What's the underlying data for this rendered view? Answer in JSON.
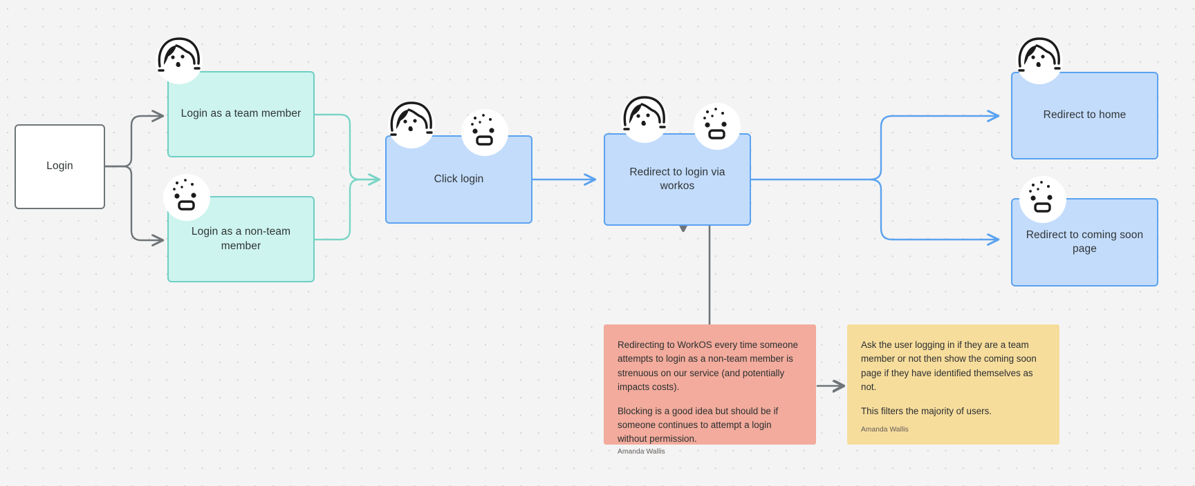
{
  "board": {
    "background_color": "#f4f4f4",
    "dot_color": "#d2d2d2"
  },
  "colors": {
    "teal_fill": "#cdf4ee",
    "teal_stroke": "#6ecfc4",
    "blue_fill": "#c3dcfb",
    "blue_stroke": "#5aa2f0",
    "gray_stroke": "#6e7477",
    "note_red": "#f2ab9c",
    "note_yellow": "#f7dd9c",
    "white_fill": "#ffffff"
  },
  "nodes": {
    "login": {
      "label": "Login",
      "type": "start"
    },
    "login_team": {
      "label": "Login as a team member",
      "type": "teal"
    },
    "login_nonteam": {
      "label": "Login as a non-team member",
      "type": "teal"
    },
    "click_login": {
      "label": "Click login",
      "type": "blue"
    },
    "redirect_workos": {
      "label": "Redirect to login via workos",
      "type": "blue"
    },
    "redirect_home": {
      "label": "Redirect to home",
      "type": "blue"
    },
    "redirect_coming_soon": {
      "label": "Redirect to coming soon page",
      "type": "blue"
    }
  },
  "notes": {
    "concern": {
      "paragraphs": [
        "Redirecting to WorkOS every time someone attempts to login as a non-team member is strenuous on our service (and potentially impacts costs).",
        "Blocking is a good idea but should be if someone continues to attempt a login without permission."
      ],
      "author": "Amanda Wallis",
      "color": "#f2ab9c"
    },
    "suggestion": {
      "paragraphs": [
        "Ask the user logging in if they are a team member or not then show the coming soon page if they have identified themselves as not.",
        "This filters the majority of users."
      ],
      "author": "Amanda Wallis",
      "color": "#f7dd9c"
    }
  },
  "avatars": [
    {
      "name": "avatar-long-hair",
      "attached_to": "login_team"
    },
    {
      "name": "avatar-freckles",
      "attached_to": "login_nonteam"
    },
    {
      "name": "avatar-long-hair",
      "attached_to": "click_login"
    },
    {
      "name": "avatar-freckles",
      "attached_to": "click_login"
    },
    {
      "name": "avatar-long-hair",
      "attached_to": "redirect_workos"
    },
    {
      "name": "avatar-freckles",
      "attached_to": "redirect_workos"
    },
    {
      "name": "avatar-long-hair",
      "attached_to": "redirect_home"
    },
    {
      "name": "avatar-freckles",
      "attached_to": "redirect_coming_soon"
    }
  ]
}
